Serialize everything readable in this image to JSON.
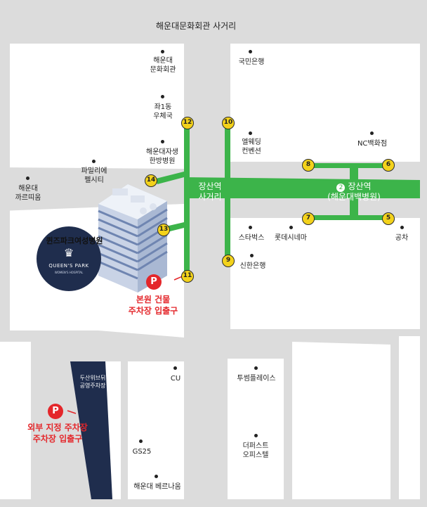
{
  "colors": {
    "road": "#dcdcdc",
    "green": "#3cb44a",
    "yellow": "#f3d21b",
    "red": "#e4262a",
    "navy": "#1f2d4d"
  },
  "top_title": "해운대문화회관 사거리",
  "station_main": {
    "line1": "장산역",
    "line2": "사거리"
  },
  "station_east": {
    "num": "2",
    "line1": "장산역",
    "line2": "(해운대백병원)"
  },
  "hospital": {
    "name": "퀸즈파크여성병원",
    "logo_text": "QUEEN'S PARK",
    "logo_sub": "WOMEN'S HOSPITAL"
  },
  "parking": {
    "main_mark": "P",
    "main_label": [
      "본원 건물",
      "주차장 입출구"
    ],
    "ext_mark": "P",
    "ext_label": [
      "외부 지정 주차장",
      "주차장 입출구"
    ],
    "lot_name": [
      "두산위브뒤",
      "공영주차장"
    ]
  },
  "exits": [
    "12",
    "10",
    "14",
    "13",
    "11",
    "9",
    "8",
    "6",
    "7",
    "5"
  ],
  "places": [
    {
      "id": "haeundae-cultural-center",
      "lines": [
        "해운대",
        "문화회관"
      ]
    },
    {
      "id": "kb-bank",
      "lines": [
        "국민은행"
      ]
    },
    {
      "id": "jwa1dong",
      "lines": [
        "좌1동",
        "우체국"
      ]
    },
    {
      "id": "elwedding",
      "lines": [
        "엘웨딩",
        "컨벤션"
      ]
    },
    {
      "id": "nc-department",
      "lines": [
        "NC백화점"
      ]
    },
    {
      "id": "jaseng-hospital",
      "lines": [
        "해운대자생",
        "한방병원"
      ]
    },
    {
      "id": "familymart",
      "lines": [
        "파밀리에",
        "펠시티"
      ]
    },
    {
      "id": "kkareuttium",
      "lines": [
        "해운대",
        "까르띠움"
      ]
    },
    {
      "id": "starbucks",
      "lines": [
        "스타벅스"
      ]
    },
    {
      "id": "lotte-cinema",
      "lines": [
        "롯데시네마"
      ]
    },
    {
      "id": "gongcha",
      "lines": [
        "공차"
      ]
    },
    {
      "id": "shinhan-bank",
      "lines": [
        "신한은행"
      ]
    },
    {
      "id": "cu",
      "lines": [
        "CU"
      ]
    },
    {
      "id": "two-some",
      "lines": [
        "투썸플레이스"
      ]
    },
    {
      "id": "gs25",
      "lines": [
        "GS25"
      ]
    },
    {
      "id": "the-first-office",
      "lines": [
        "더퍼스트",
        "오피스텔"
      ]
    },
    {
      "id": "berenaum",
      "lines": [
        "해운대 베르나움"
      ]
    }
  ]
}
